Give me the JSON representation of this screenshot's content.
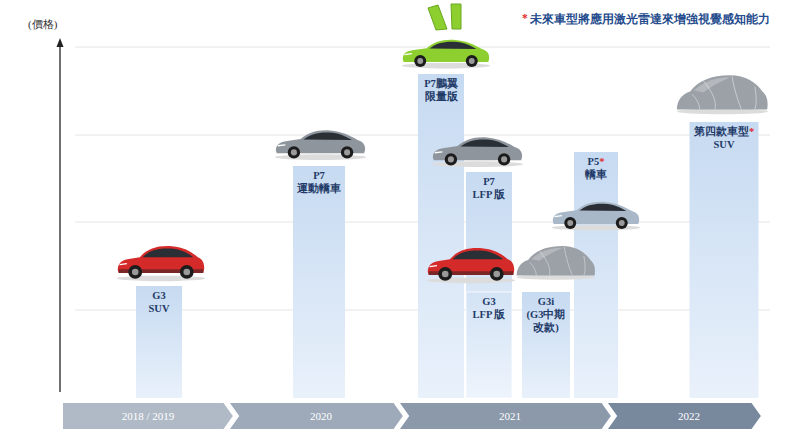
{
  "diagram": {
    "nodes": [
      {
        "text": [
          "G3",
          "SUV"
        ]
      },
      {
        "text": [
          "P7",
          "運動轎車"
        ]
      },
      {
        "text": [
          "P7鵬翼",
          "限量版"
        ]
      },
      {
        "text": [
          "P7",
          "LFP 版"
        ]
      },
      {
        "text": [
          "G3",
          "LFP 版"
        ]
      },
      {
        "text": [
          "G3i",
          "(G3中期改款)"
        ]
      },
      {
        "text": [
          "P5",
          "*",
          "轎車"
        ]
      },
      {
        "text": [
          "第四款車型",
          "*",
          "SUV"
        ]
      },
      {
        "text": [
          "2018 / 2019"
        ]
      },
      {
        "text": [
          "2020"
        ]
      },
      {
        "text": [
          "2021"
        ]
      },
      {
        "text": [
          "2022"
        ]
      }
    ],
    "labels": [
      "(價格)",
      "*",
      "未來車型將應用激光雷達來增強視覺感知能力"
    ]
  }
}
